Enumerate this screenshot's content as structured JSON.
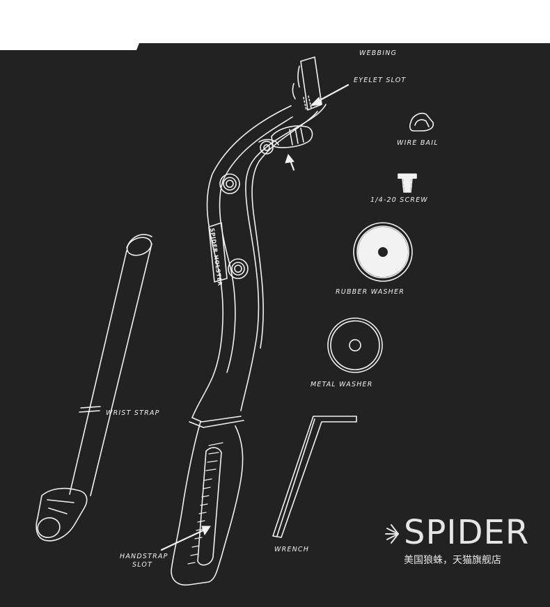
{
  "labels": {
    "webbing": "WEBBING",
    "eyelet_slot": "EYELET SLOT",
    "wire_bail": "WIRE BAIL",
    "screw": "1/4-20 SCREW",
    "rubber_washer": "RUBBER WASHER",
    "metal_washer": "METAL WASHER",
    "wrist_strap": "WRIST STRAP",
    "handstrap_slot_line1": "HANDSTRAP",
    "handstrap_slot_line2": "SLOT",
    "wrench": "WRENCH",
    "holster_mark": "SPIDER HOLSTER"
  },
  "brand": {
    "name": "SPIDER",
    "subtitle": "美国狼蛛，天猫旗舰店"
  },
  "colors": {
    "background": "#222222",
    "line": "#f2f2f2",
    "page": "#ffffff"
  }
}
